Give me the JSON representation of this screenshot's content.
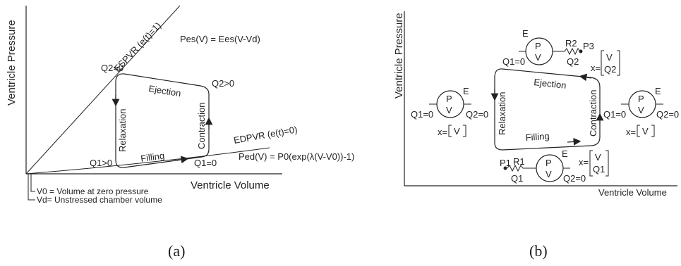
{
  "panel_a": {
    "caption": "(a)",
    "x_axis": "Ventricle Volume",
    "y_axis": "Ventricle Pressure",
    "espvr": "ESPVR (e(t)=1)",
    "pes_formula": "Pes(V) = Ees(V-Vd)",
    "edpvr": "EDPVR (e(t)=0)",
    "ped_formula": "Ped(V) = P0(exp(λ(V-V0))-1)",
    "ejection": "Ejection",
    "filling": "Filling",
    "relaxation": "Relaxation",
    "contraction": "Contraction",
    "q2_zero": "Q2=0",
    "q2_pos": "Q2>0",
    "q1_pos": "Q1>0",
    "q1_zero": "Q1=0",
    "v0_note": "V0 = Volume at zero pressure",
    "vd_note": "Vd= Unstressed chamber volume"
  },
  "panel_b": {
    "caption": "(b)",
    "x_axis": "Ventricle Volume",
    "y_axis": "Ventricle Pressure",
    "ejection": "Ejection",
    "filling": "Filling",
    "relaxation": "Relaxation",
    "contraction": "Contraction",
    "p": "P",
    "v": "V",
    "e": "E",
    "top": {
      "q1": "Q1=0",
      "r2": "R2",
      "p3": "P3",
      "q2": "Q2",
      "x_eq": "x=",
      "x_vec": [
        "V",
        "Q2"
      ]
    },
    "left": {
      "q1": "Q1=0",
      "q2": "Q2=0",
      "x_eq": "x=",
      "x_vec": [
        "V"
      ]
    },
    "right": {
      "q1": "Q1=0",
      "q2": "Q2=0",
      "x_eq": "x=",
      "x_vec": [
        "V"
      ]
    },
    "bottom": {
      "p1": "P1",
      "r1": "R1",
      "q1": "Q1",
      "q2": "Q2=0",
      "x_eq": "x=",
      "x_vec": [
        "V",
        "Q1"
      ]
    }
  }
}
